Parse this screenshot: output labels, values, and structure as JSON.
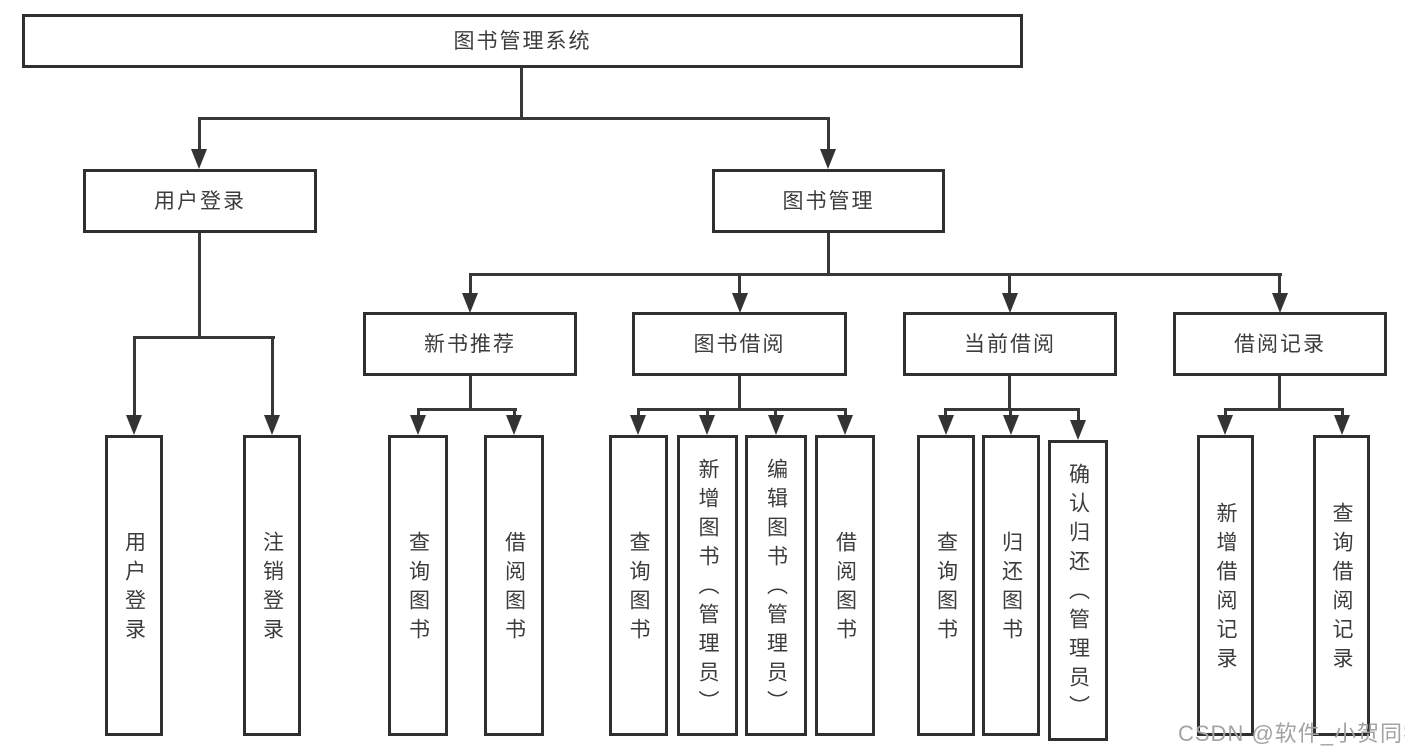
{
  "diagram_type": "tree",
  "tree": {
    "root": {
      "label": "图书管理系统"
    },
    "children": [
      {
        "label": "用户登录",
        "children": [
          {
            "label": "用户登录"
          },
          {
            "label": "注销登录"
          }
        ]
      },
      {
        "label": "图书管理",
        "children": [
          {
            "label": "新书推荐",
            "children": [
              {
                "label": "查询图书"
              },
              {
                "label": "借阅图书"
              }
            ]
          },
          {
            "label": "图书借阅",
            "children": [
              {
                "label": "查询图书"
              },
              {
                "label": "新增图书（管理员）"
              },
              {
                "label": "编辑图书（管理员）"
              },
              {
                "label": "借阅图书"
              }
            ]
          },
          {
            "label": "当前借阅",
            "children": [
              {
                "label": "查询图书"
              },
              {
                "label": "归还图书"
              },
              {
                "label": "确认归还（管理员）"
              }
            ]
          },
          {
            "label": "借阅记录",
            "children": [
              {
                "label": "新增借阅记录"
              },
              {
                "label": "查询借阅记录"
              }
            ]
          }
        ]
      }
    ]
  },
  "watermark": "CSDN @软件_小贺同学",
  "colors": {
    "background": "#ffffff",
    "box_border": "#2f2f2f",
    "line": "#383838",
    "text": "#3c3c3c",
    "watermark": "#a3a3a3"
  }
}
